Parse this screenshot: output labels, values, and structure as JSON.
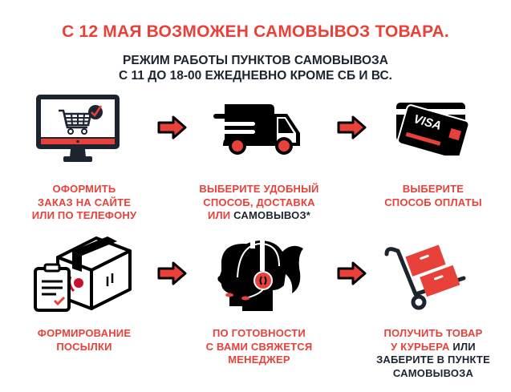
{
  "header": {
    "title": "С 12 МАЯ ВОЗМОЖЕН САМОВЫВОЗ ТОВАРА.",
    "subtitle_line1": "РЕЖИМ РАБОТЫ ПУНКТОВ САМОВЫВОЗА",
    "subtitle_line2": "С 11 ДО 18-00 ЕЖЕДНЕВНО КРОМЕ СБ И ВС."
  },
  "colors": {
    "accent": "#e8413a",
    "dark": "#1c2430",
    "black": "#000000",
    "white": "#ffffff"
  },
  "steps": [
    {
      "icon": "computer-cart-icon",
      "line1": "ОФОРМИТЬ",
      "line2": "ЗАКАЗ НА САЙТЕ",
      "line3": "ИЛИ ПО ТЕЛЕФОНУ"
    },
    {
      "icon": "delivery-truck-icon",
      "line1": "ВЫБЕРИТЕ УДОБНЫЙ",
      "line2": "СПОСОБ, ДОСТАВКА",
      "line3_red": "ИЛИ",
      "line3_dark": "САМОВЫВОЗ*"
    },
    {
      "icon": "credit-card-icon",
      "card_brand": "VISA",
      "line1": "ВЫБЕРИТЕ",
      "line2": "СПОСОБ ОПЛАТЫ"
    },
    {
      "icon": "package-checklist-icon",
      "line1": "ФОРМИРОВАНИЕ",
      "line2": "ПОСЫЛКИ"
    },
    {
      "icon": "support-headset-icon",
      "line1": "ПО ГОТОВНОСТИ",
      "line2": "С ВАМИ СВЯЖЕТСЯ",
      "line3": "МЕНЕДЖЕР"
    },
    {
      "icon": "hand-truck-icon",
      "line1": "ПОЛУЧИТЬ ТОВАР",
      "line2_red": "У КУРЬЕРА",
      "line2_dark": "ИЛИ",
      "line3": "ЗАБЕРИТЕ В ПУНКТЕ",
      "line4": "САМОВЫВОЗА"
    }
  ],
  "arrows": [
    "arrow-right-icon",
    "arrow-right-icon",
    "arrow-right-icon",
    "arrow-right-icon"
  ]
}
